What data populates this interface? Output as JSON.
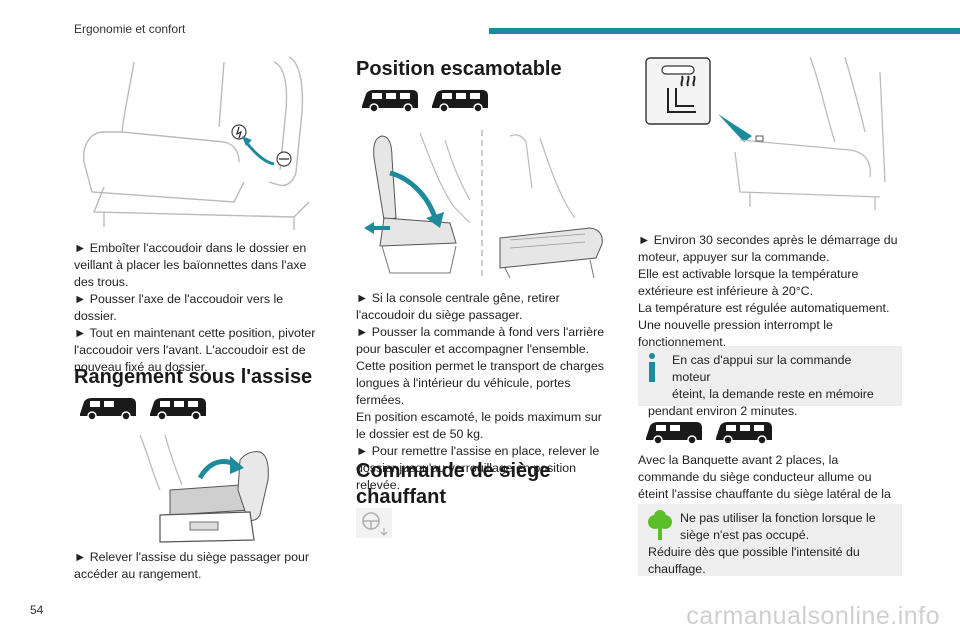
{
  "header": {
    "section_title": "Ergonomie et confort",
    "accent_color": "#1d8b9c"
  },
  "page_number": "54",
  "watermark": "carmanualsonline.info",
  "col1": {
    "armrest_steps": [
      "► Emboîter l'accoudoir dans le dossier en veillant à placer les baïonnettes dans l'axe des trous.",
      "► Pousser l'axe de l'accoudoir vers le dossier.",
      "► Tout en maintenant cette position, pivoter l'accoudoir vers l'avant. L'accoudoir est de nouveau fixé au dossier."
    ],
    "storage_title": "Rangement sous l'assise",
    "storage_step": "► Relever l'assise du siège passager pour accéder au rangement."
  },
  "col2": {
    "fold_title": "Position escamotable",
    "fold_steps": [
      "► Si la console centrale gêne, retirer l'accoudoir du siège passager.",
      "► Pousser la commande à fond vers l'arrière pour basculer et accompagner l'ensemble.",
      "Cette position permet le transport de charges longues à l'intérieur du véhicule, portes fermées.",
      "En position escamoté, le poids maximum sur le dossier est de 50 kg.",
      "► Pour remettre l'assise en place, relever le dossier jusqu'au verrouillage en position relevée."
    ],
    "heated_title": "Commande de siège chauffant"
  },
  "col3": {
    "heated_steps": [
      "► Environ 30 secondes après le démarrage du moteur, appuyer sur la commande.",
      "Elle est activable lorsque la température extérieure est inférieure à 20°C.",
      "La température est régulée automatiquement.",
      "Une nouvelle pression interrompt le fonctionnement."
    ],
    "info_note_line1": "En cas d'appui sur la commande moteur",
    "info_note_line2": "éteint, la demande reste en mémoire",
    "info_note_line3": "pendant environ 2 minutes.",
    "bench_text": "Avec la Banquette avant 2 places, la commande du siège conducteur allume ou éteint l'assise chauffante du siège latéral de la banquette.",
    "eco_note_line1": "Ne pas utiliser la fonction lorsque le",
    "eco_note_line2": "siège n'est pas occupé.",
    "eco_note_line3": "Réduire dès que possible l'intensité du chauffage."
  },
  "icons": {
    "info": "info-icon",
    "eco": "eco-tree-icon",
    "van": "van-icon",
    "steering": "steering-wheel-icon"
  }
}
